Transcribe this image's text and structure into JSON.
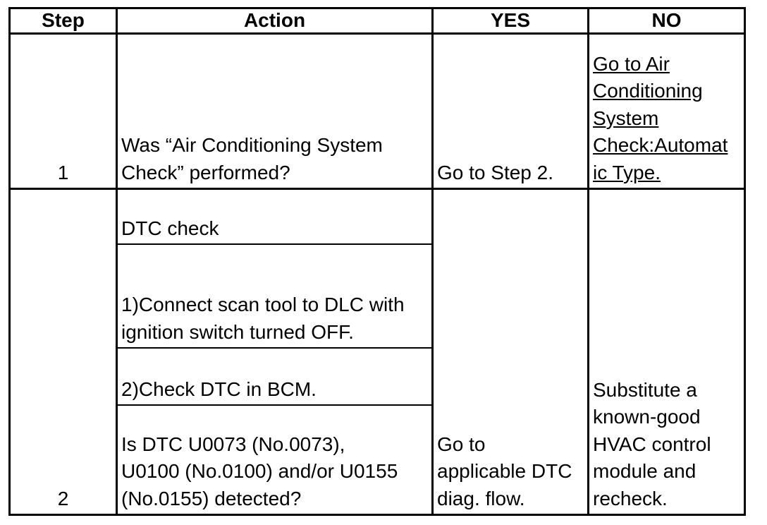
{
  "table": {
    "headers": [
      "Step",
      "Action",
      "YES",
      "NO"
    ],
    "rows": [
      {
        "step": "1",
        "action": "Was “Air Conditioning System\nCheck” performed?",
        "yes": "Go to Step 2.",
        "no": "Go to Air \nConditioning \nSystem \nCheck:Automat\nic Type."
      },
      {
        "step": "2",
        "actions": [
          "DTC check",
          "1)Connect scan tool to DLC with\nignition switch turned OFF.",
          "2)Check DTC in BCM.",
          "Is DTC U0073 (No.0073),\nU0100 (No.0100) and/or U0155\n(No.0155) detected?"
        ],
        "yes": "Go to\napplicable DTC\ndiag. flow.",
        "no": "Substitute a\nknown-good\nHVAC control\nmodule and\nrecheck."
      }
    ]
  }
}
